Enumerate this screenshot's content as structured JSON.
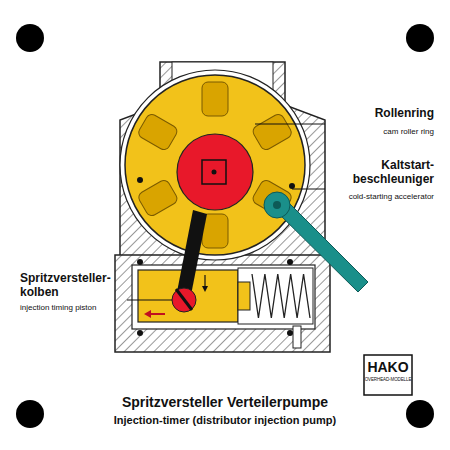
{
  "diagram": {
    "title": "Spritzversteller Verteilerpumpe",
    "caption": "Injection-timer (distributor injection pump)",
    "labels": [
      "Rollenring",
      "cam roller ring",
      "Kaltstart- beschleuniger",
      "cold-starting accelerator",
      "Spritzversteller- kolben",
      "injection timing piston",
      "HAKO",
      "OVERHEAD-MODELLE"
    ]
  }
}
